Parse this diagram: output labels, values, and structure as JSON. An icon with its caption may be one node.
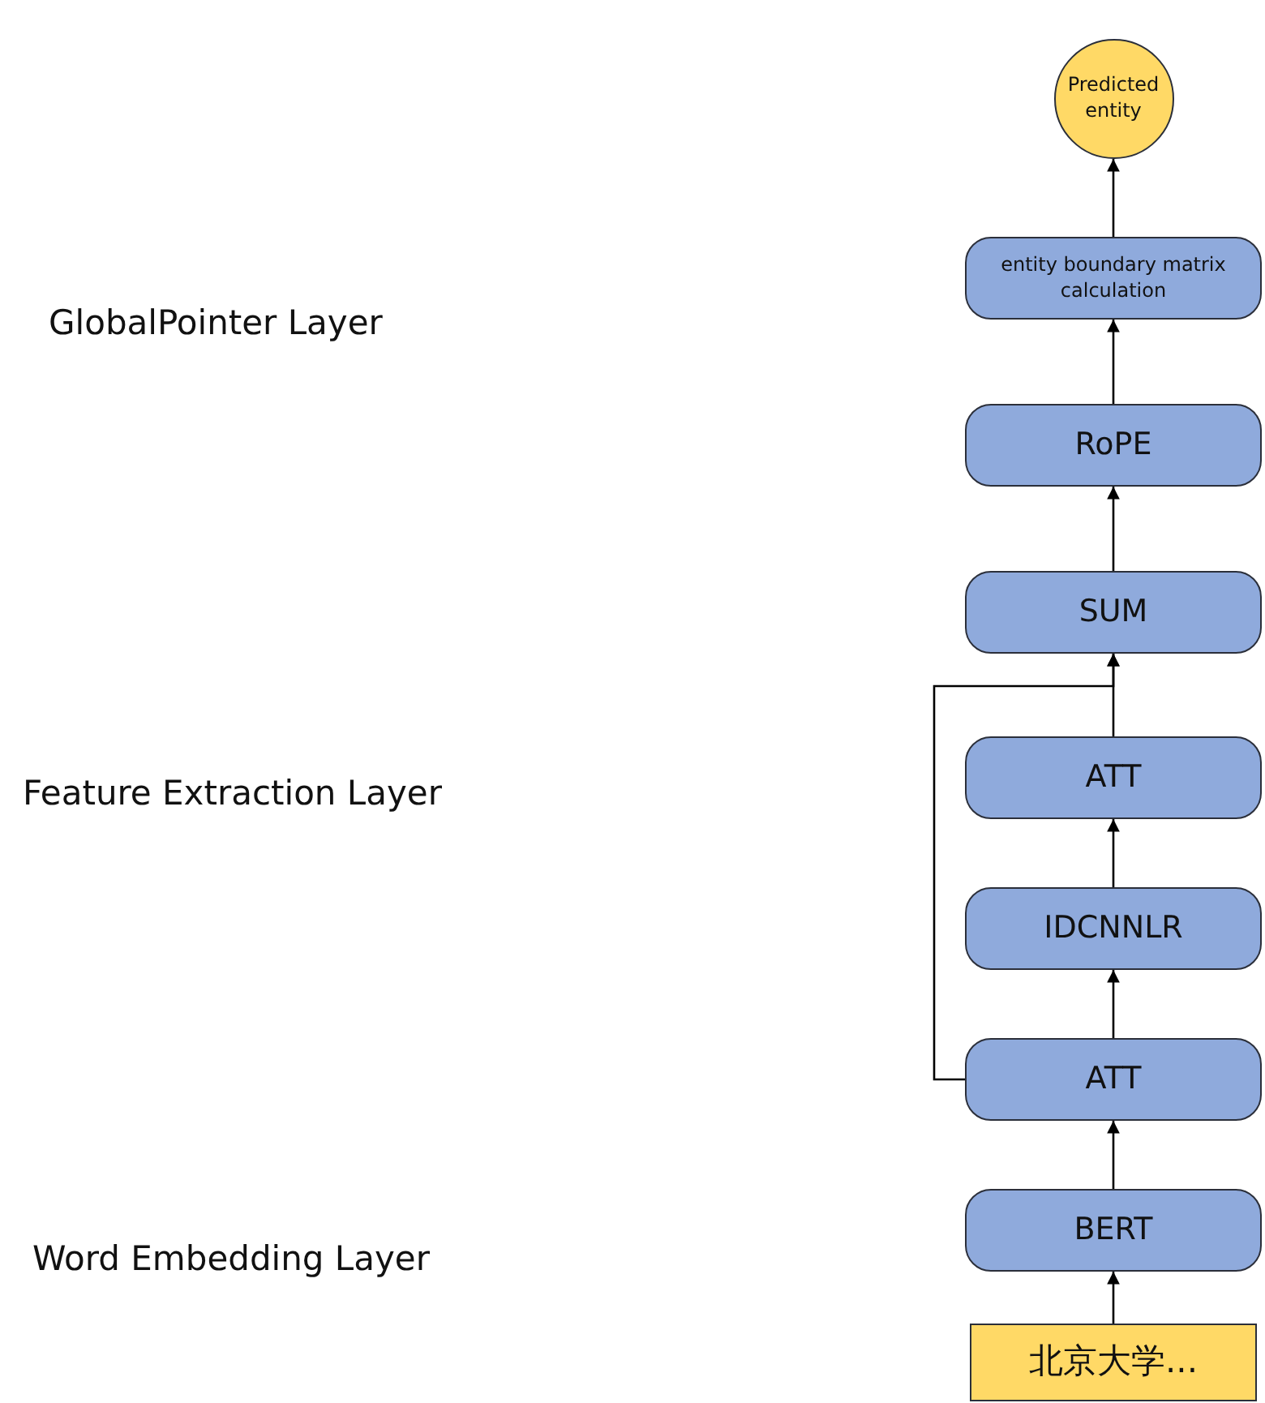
{
  "diagram": {
    "nodes": [
      {
        "text": [
          "Predicted entity"
        ]
      },
      {
        "text": [
          "entity boundary matrix calculation"
        ]
      },
      {
        "text": [
          "RoPE"
        ]
      },
      {
        "text": [
          "SUM"
        ]
      },
      {
        "text": [
          "ATT"
        ]
      },
      {
        "text": [
          "IDCNNLR"
        ]
      },
      {
        "text": [
          "ATT"
        ]
      },
      {
        "text": [
          "BERT"
        ]
      },
      {
        "text": [
          "北京大学..."
        ]
      }
    ],
    "edges": [
      {
        "from": 8,
        "to": 7,
        "arrow": "to"
      },
      {
        "from": 7,
        "to": 6,
        "arrow": "to"
      },
      {
        "from": 6,
        "to": 5,
        "arrow": "to"
      },
      {
        "from": 5,
        "to": 4,
        "arrow": "to"
      },
      {
        "from": 4,
        "to": 3,
        "arrow": "to"
      },
      {
        "from": 6,
        "to": 3,
        "arrow": "to"
      },
      {
        "from": 3,
        "to": 2,
        "arrow": "to"
      },
      {
        "from": 2,
        "to": 1,
        "arrow": "to"
      },
      {
        "from": 1,
        "to": 0,
        "arrow": "to"
      }
    ],
    "labels": [
      "GlobalPointer Layer",
      "Feature Extraction Layer",
      "Word Embedding Layer"
    ]
  }
}
